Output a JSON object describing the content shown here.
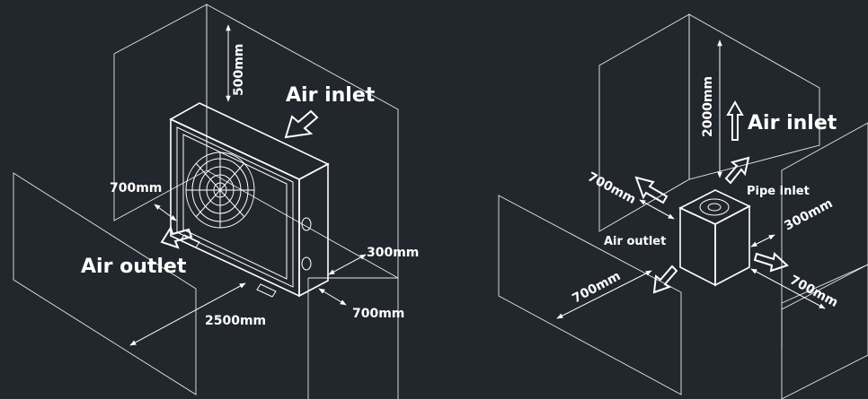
{
  "left": {
    "air_inlet": "Air inlet",
    "air_outlet": "Air outlet",
    "dim_top": "500mm",
    "dim_side_left": "700mm",
    "dim_right_gap": "300mm",
    "dim_front_right": "700mm",
    "dim_front": "2500mm"
  },
  "right": {
    "air_inlet": "Air inlet",
    "air_outlet": "Air outlet",
    "pipe_inlet": "Pipe inlet",
    "dim_top": "2000mm",
    "dim_back_left": "700mm",
    "dim_front_left": "700mm",
    "dim_right": "300mm",
    "dim_front_right": "700mm"
  }
}
